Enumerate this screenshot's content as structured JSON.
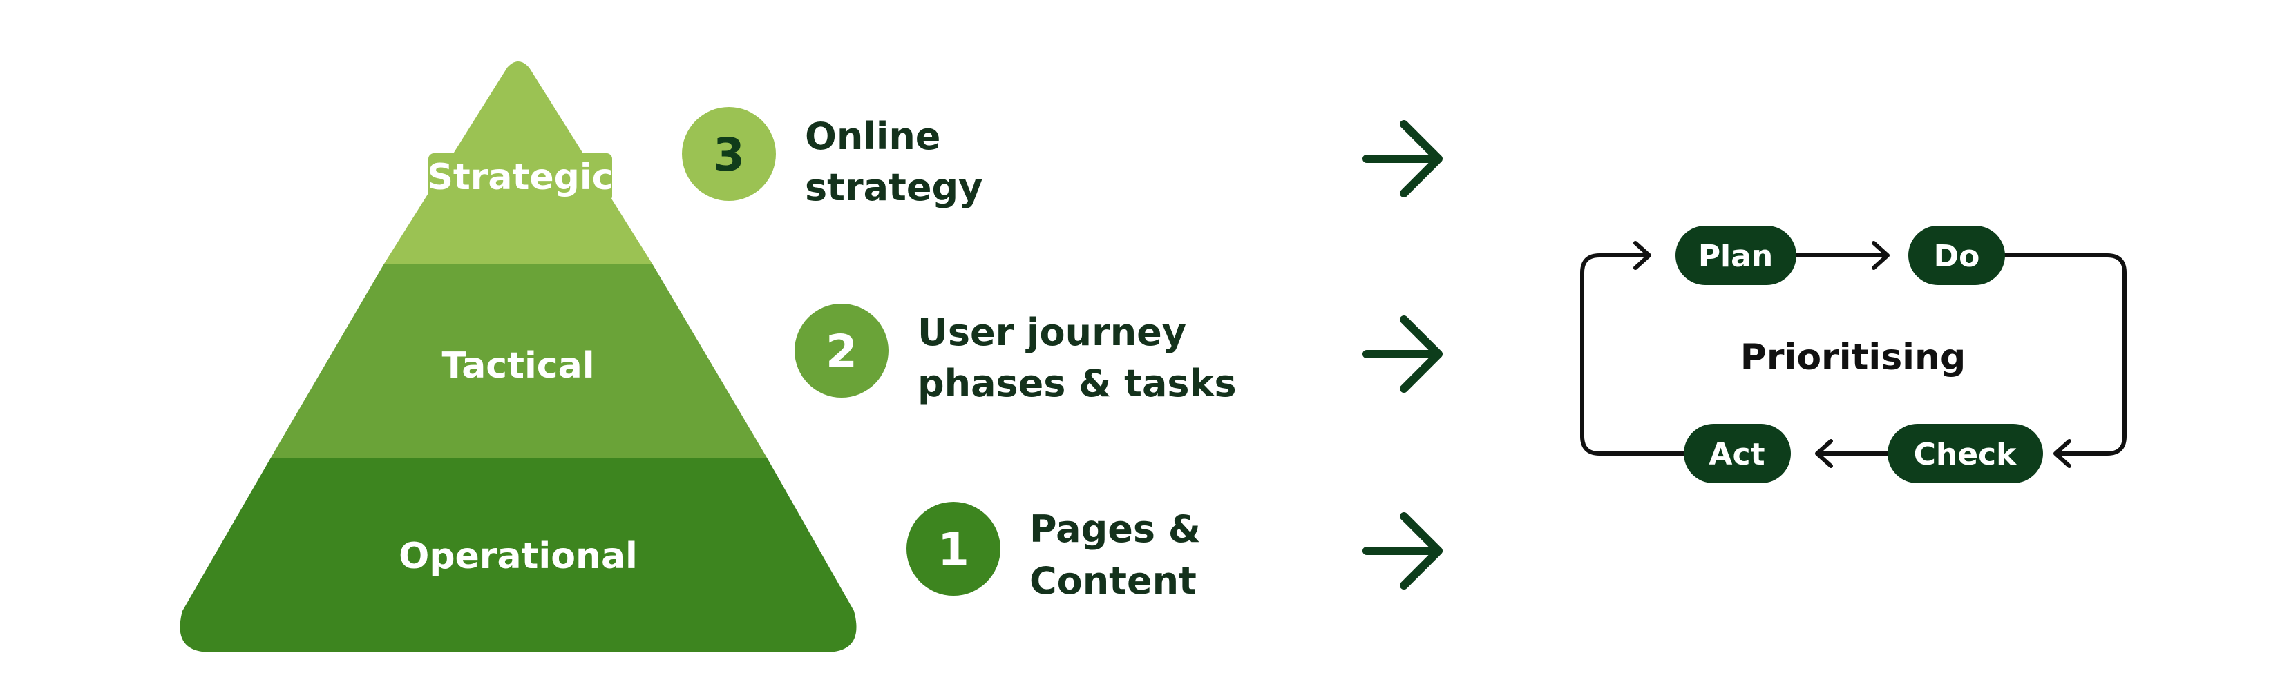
{
  "pyramid": {
    "levels": [
      {
        "label": "Strategic",
        "color": "#9bc253"
      },
      {
        "label": "Tactical",
        "color": "#6aa338"
      },
      {
        "label": "Operational",
        "color": "#3d851f"
      }
    ]
  },
  "items": [
    {
      "number": "3",
      "line1": "Online",
      "line2": "strategy",
      "badge_color": "#9bc253",
      "number_color": "#103c1a"
    },
    {
      "number": "2",
      "line1": "User journey",
      "line2": "phases & tasks",
      "badge_color": "#6aa338",
      "number_color": "#ffffff"
    },
    {
      "number": "1",
      "line1": "Pages &",
      "line2": "Content",
      "badge_color": "#3d851f",
      "number_color": "#ffffff"
    }
  ],
  "arrow_color": "#0d3d1b",
  "cycle": {
    "center_label": "Prioritising",
    "plan": "Plan",
    "do": "Do",
    "check": "Check",
    "act": "Act",
    "pill_color": "#0d3d1b",
    "line_color": "#111111"
  }
}
